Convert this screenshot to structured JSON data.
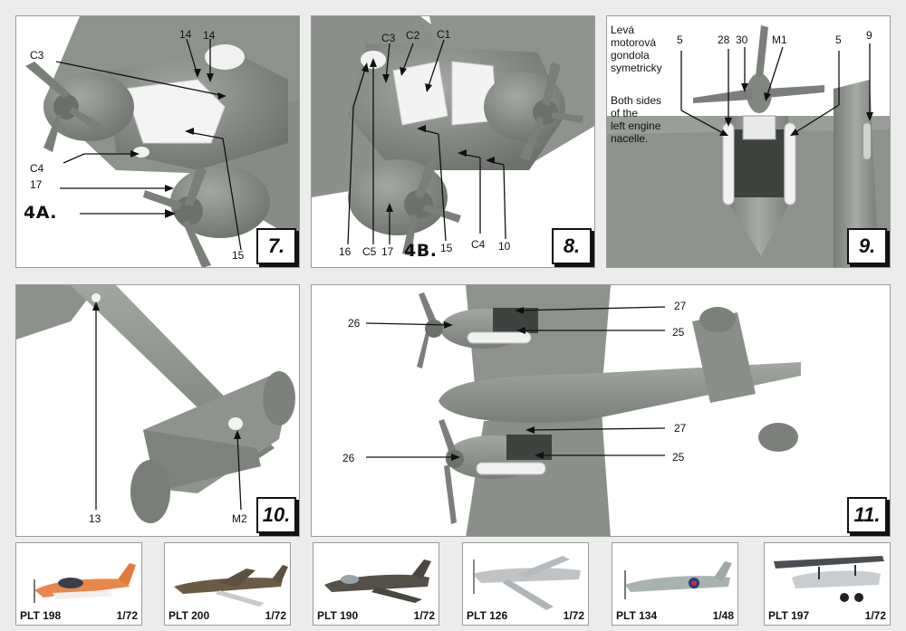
{
  "steps": {
    "s7": {
      "number": "7.",
      "labels": {
        "l14a": "14",
        "l14b": "14",
        "c3": "C3",
        "c4": "C4",
        "l17": "17",
        "l15": "15"
      },
      "ref": "4A."
    },
    "s8": {
      "number": "8.",
      "labels": {
        "c3": "C3",
        "c2": "C2",
        "c1": "C1",
        "l16": "16",
        "c5": "C5",
        "l17": "17",
        "l15": "15",
        "c4": "C4",
        "l10": "10"
      },
      "ref": "4B."
    },
    "s9": {
      "number": "9.",
      "labels": {
        "l5a": "5",
        "l28": "28",
        "l30": "30",
        "m1": "M1",
        "l5b": "5",
        "l9": "9"
      },
      "note_cz": [
        "Levá",
        "motorová",
        "gondola",
        "symetricky"
      ],
      "note_en": [
        "Both sides",
        "of the",
        "left engine",
        "nacelle."
      ]
    },
    "s10": {
      "number": "10.",
      "labels": {
        "l13": "13",
        "m2": "M2"
      }
    },
    "s11": {
      "number": "11.",
      "labels": {
        "l27a": "27",
        "l26a": "26",
        "l25a": "25",
        "l27b": "27",
        "l26b": "26",
        "l25b": "25"
      }
    }
  },
  "ads": [
    {
      "code": "PLT 198",
      "scale": "1/72"
    },
    {
      "code": "PLT 200",
      "scale": "1/72"
    },
    {
      "code": "PLT 190",
      "scale": "1/72"
    },
    {
      "code": "PLT 126",
      "scale": "1/72"
    },
    {
      "code": "PLT 134",
      "scale": "1/48"
    },
    {
      "code": "PLT 197",
      "scale": "1/72"
    }
  ],
  "colors": {
    "model_grey": "#8d918c",
    "resin_white": "#f2f2f2"
  }
}
